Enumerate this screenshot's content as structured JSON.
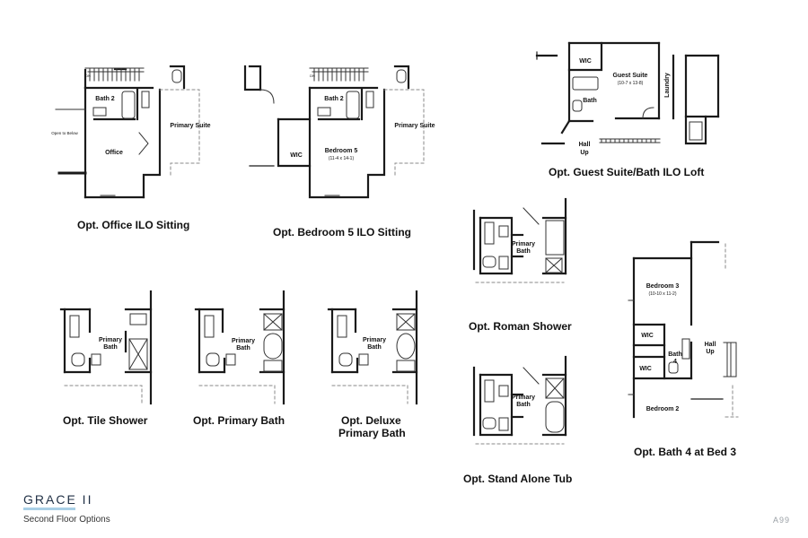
{
  "captions": {
    "office": "Opt. Office ILO Sitting",
    "bedroom5": "Opt. Bedroom 5 ILO Sitting",
    "guest_suite": "Opt. Guest Suite/Bath ILO Loft",
    "roman_shower": "Opt. Roman Shower",
    "tile_shower": "Opt. Tile Shower",
    "primary_bath": "Opt. Primary Bath",
    "deluxe_line1": "Opt. Deluxe",
    "deluxe_line2": "Primary Bath",
    "stand_alone_tub": "Opt. Stand Alone Tub",
    "bath4_bed3": "Opt. Bath 4 at Bed 3"
  },
  "rooms": {
    "bath2": "Bath 2",
    "office": "Office",
    "primary_suite": "Primary Suite",
    "open_to_below": "Open to Below",
    "bedroom5": "Bedroom 5",
    "bedroom5_dim": "(11-4 x 14-1)",
    "wic": "WIC",
    "guest_suite": "Guest Suite",
    "guest_suite_dim": "(10-7 x 13-8)",
    "bath": "Bath",
    "laundry": "Laundry",
    "hall": "Hall",
    "up": "Up",
    "primary": "Primary",
    "bath_word": "Bath",
    "bedroom3": "Bedroom 3",
    "bedroom3_dim": "(10-10 x 11-2)",
    "bath4_l1": "Bath",
    "bath4_l2": "4",
    "bedroom2": "Bedroom 2",
    "dn": "DN"
  },
  "footer": {
    "brand": "GRACE II",
    "subtitle": "Second Floor Options",
    "page_number": "A99"
  },
  "colors": {
    "wall": "#1a1a1a",
    "dashed": "#8a8a8a",
    "brand_text": "#1f2f44",
    "brand_bar": "#a9cfe6"
  }
}
